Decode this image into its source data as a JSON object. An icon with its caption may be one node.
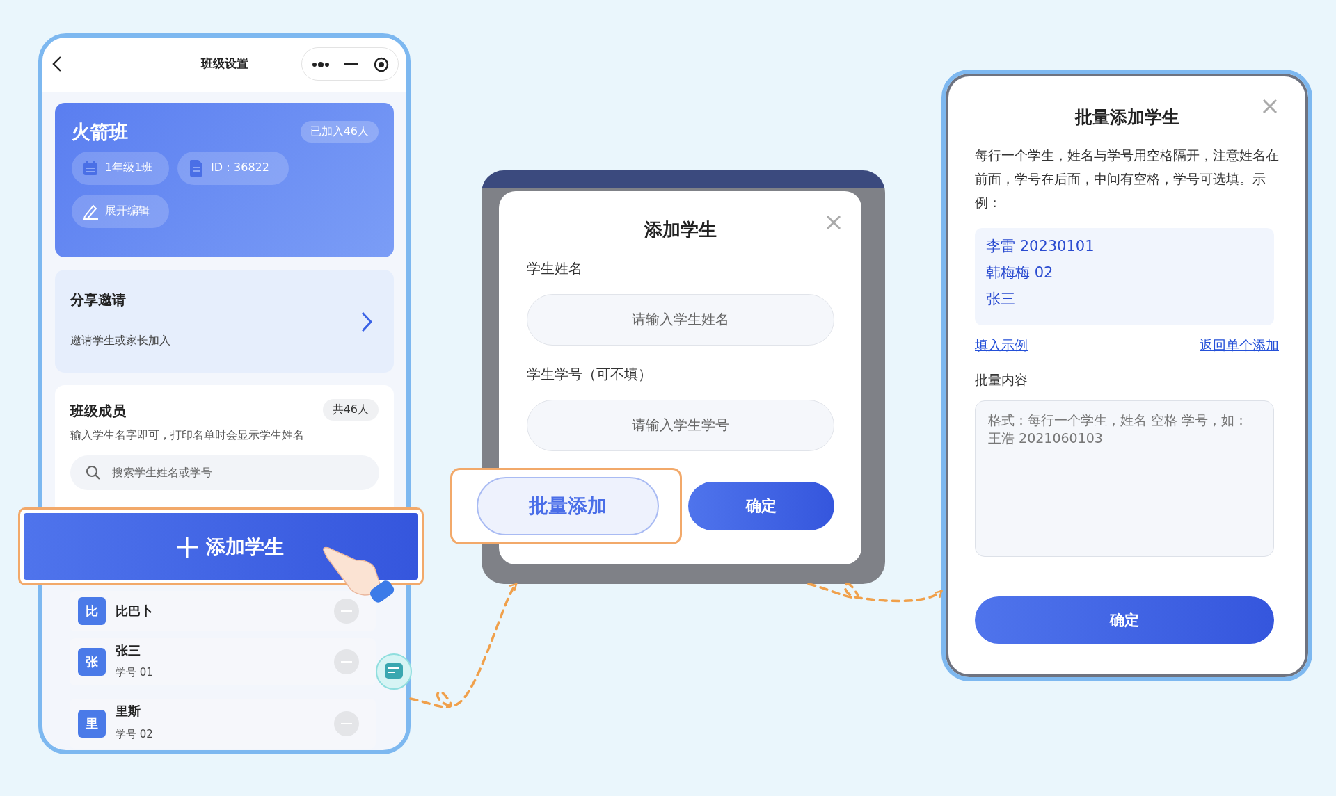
{
  "diagram": {
    "nodes": [
      {
        "text": [
          "班级设置"
        ]
      },
      {
        "text": [
          "火箭班",
          "已加入46人",
          "1年级1班",
          "ID：36822",
          "展开编辑"
        ],
        "in": 0
      },
      {
        "text": [
          "分享邀请",
          "邀请学生或家长加入"
        ],
        "in": 0
      },
      {
        "text": [
          "班级成员",
          "共46人",
          "输入学生名字即可，打印名单时会显示学生姓名",
          "搜索学生姓名或学号"
        ],
        "in": 0
      },
      {
        "text": [
          "添加学生"
        ]
      },
      {
        "text": [
          "比",
          "比巴卜"
        ],
        "in": 0
      },
      {
        "text": [
          "张",
          "张三",
          "学号 01"
        ],
        "in": 0
      },
      {
        "text": [
          "里",
          "里斯",
          "学号 02"
        ],
        "in": 0
      },
      {
        "text": [
          "添加学生",
          "学生姓名",
          "请输入学生姓名",
          "学生学号（可不填）",
          "请输入学生学号"
        ]
      },
      {
        "text": [
          "批量添加"
        ]
      },
      {
        "text": [
          "确定"
        ],
        "in": 8
      },
      {
        "text": [
          "批量添加学生",
          "每行一个学生，姓名与学号用空格隔开，注意姓名在前面，学号在后面，中间有空格，学号可选填。示例：",
          "填入示例",
          "返回单个添加",
          "批量内容"
        ]
      },
      {
        "text": [
          "李雷 20230101",
          "韩梅梅 02",
          "张三"
        ],
        "in": 11
      },
      {
        "text": [
          "格式：每行一个学生，姓名 空格 学号，如：王浩 2021060103"
        ],
        "in": 11
      },
      {
        "text": [
          "确定"
        ],
        "in": 11
      }
    ],
    "edges": [
      {
        "from": 0,
        "to": 8,
        "arrow": "to",
        "style": "dashed"
      },
      {
        "from": 8,
        "to": 11,
        "arrow": "to",
        "style": "dashed"
      }
    ]
  }
}
